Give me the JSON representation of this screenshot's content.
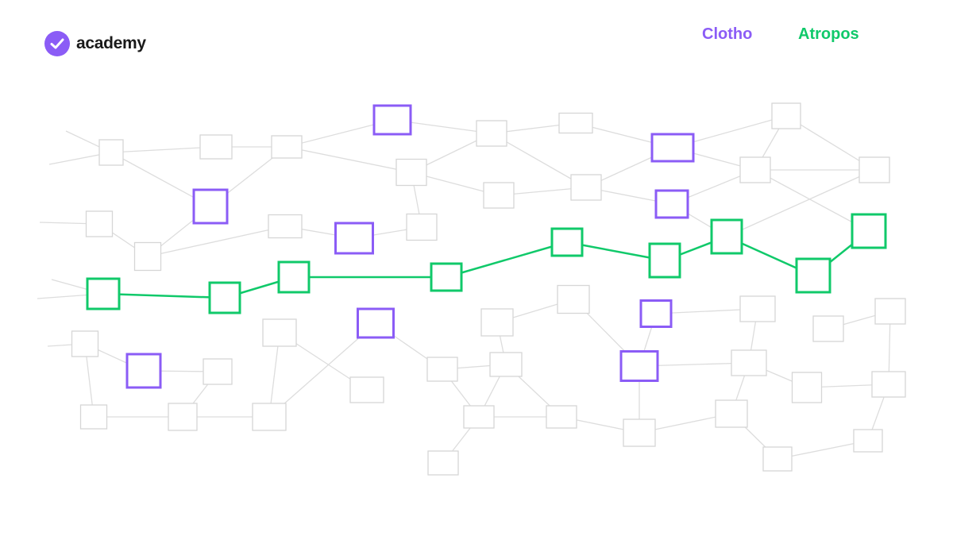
{
  "brand": {
    "name": "academy",
    "icon": "check-badge-icon"
  },
  "legend": [
    {
      "key": "clotho",
      "label": "Clotho"
    },
    {
      "key": "atropos",
      "label": "Atropos"
    }
  ],
  "colors": {
    "clotho": "#8b5cf6",
    "atropos": "#10c96a",
    "grid": "#d6d6d6",
    "logo": "#8b5cf6"
  }
}
